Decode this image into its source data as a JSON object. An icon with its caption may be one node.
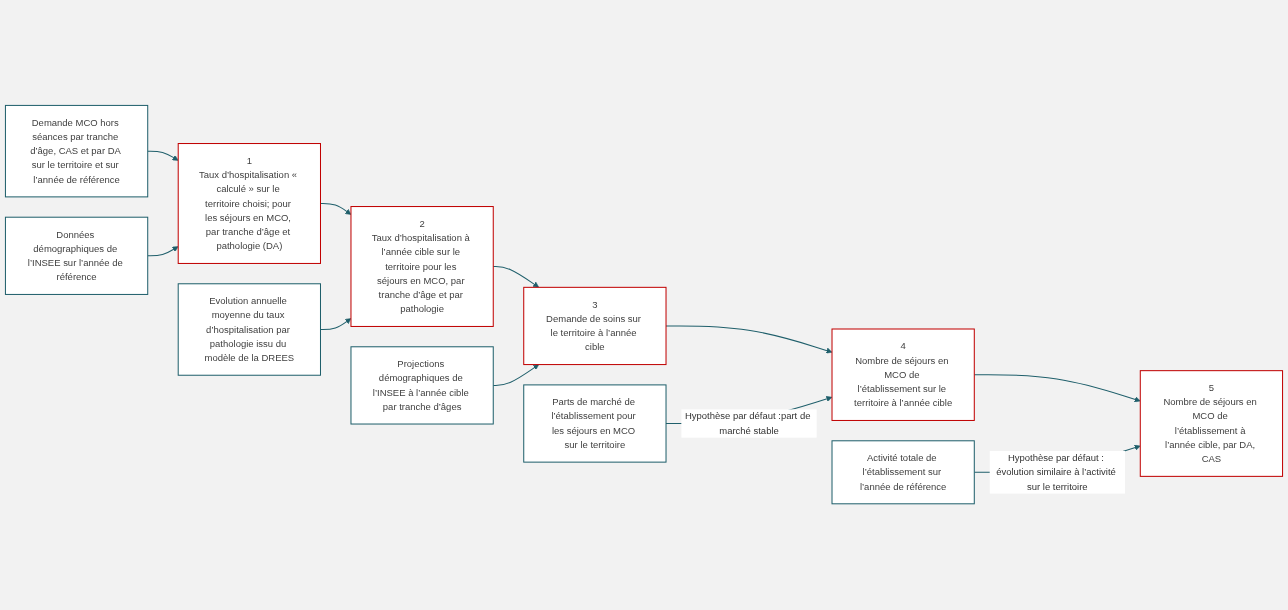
{
  "diagram": {
    "nodes": [
      {
        "text": [
          "Demande MCO hors séances par tranche d’âge, CAS et par DA sur le territoire et sur l’année de référence"
        ]
      },
      {
        "text": [
          "Données démographiques de l’INSEE sur l’année de référence"
        ]
      },
      {
        "text": [
          "Evolution annuelle moyenne du taux d’hospitalisation par pathologie issu du modèle de la DREES"
        ]
      },
      {
        "text": [
          "Projections démographiques de l’INSEE à l’année cible par tranche d’âges"
        ]
      },
      {
        "text": [
          "Parts de marché de l’établissement pour les séjours en MCO sur le territoire"
        ]
      },
      {
        "text": [
          "Activité totale de l’établissement sur l’année de référence"
        ]
      },
      {
        "text": [
          "1",
          "Taux d’hospitalisation « calculé » sur le territoire choisi; pour les séjours en MCO, par tranche d’âge et pathologie (DA)"
        ]
      },
      {
        "text": [
          "2",
          "Taux d’hospitalisation à l’année cible sur le territoire pour les séjours en MCO, par tranche d’âge et par pathologie"
        ]
      },
      {
        "text": [
          "3",
          "Demande de soins sur le territoire à l’année cible"
        ]
      },
      {
        "text": [
          "4",
          "Nombre de séjours en MCO de l’établissement sur le territoire à l’année cible"
        ]
      },
      {
        "text": [
          "5",
          "Nombre de séjours en MCO de l’établissement à l’année cible, par DA, CAS"
        ]
      }
    ],
    "edges": [
      {
        "from": 0,
        "to": 6,
        "arrow": "to"
      },
      {
        "from": 1,
        "to": 6,
        "arrow": "to"
      },
      {
        "from": 6,
        "to": 7,
        "arrow": "to"
      },
      {
        "from": 2,
        "to": 7,
        "arrow": "to"
      },
      {
        "from": 7,
        "to": 8,
        "arrow": "to"
      },
      {
        "from": 3,
        "to": 8,
        "arrow": "to"
      },
      {
        "from": 8,
        "to": 9,
        "arrow": "to"
      },
      {
        "from": 4,
        "to": 9,
        "label": "Hypothèse par défaut :part de marché stable",
        "arrow": "to"
      },
      {
        "from": 9,
        "to": 10,
        "arrow": "to"
      },
      {
        "from": 5,
        "to": 10,
        "label": "Hypothèse par défaut : évolution similaire à l’activité sur le territoire",
        "arrow": "to"
      }
    ]
  }
}
